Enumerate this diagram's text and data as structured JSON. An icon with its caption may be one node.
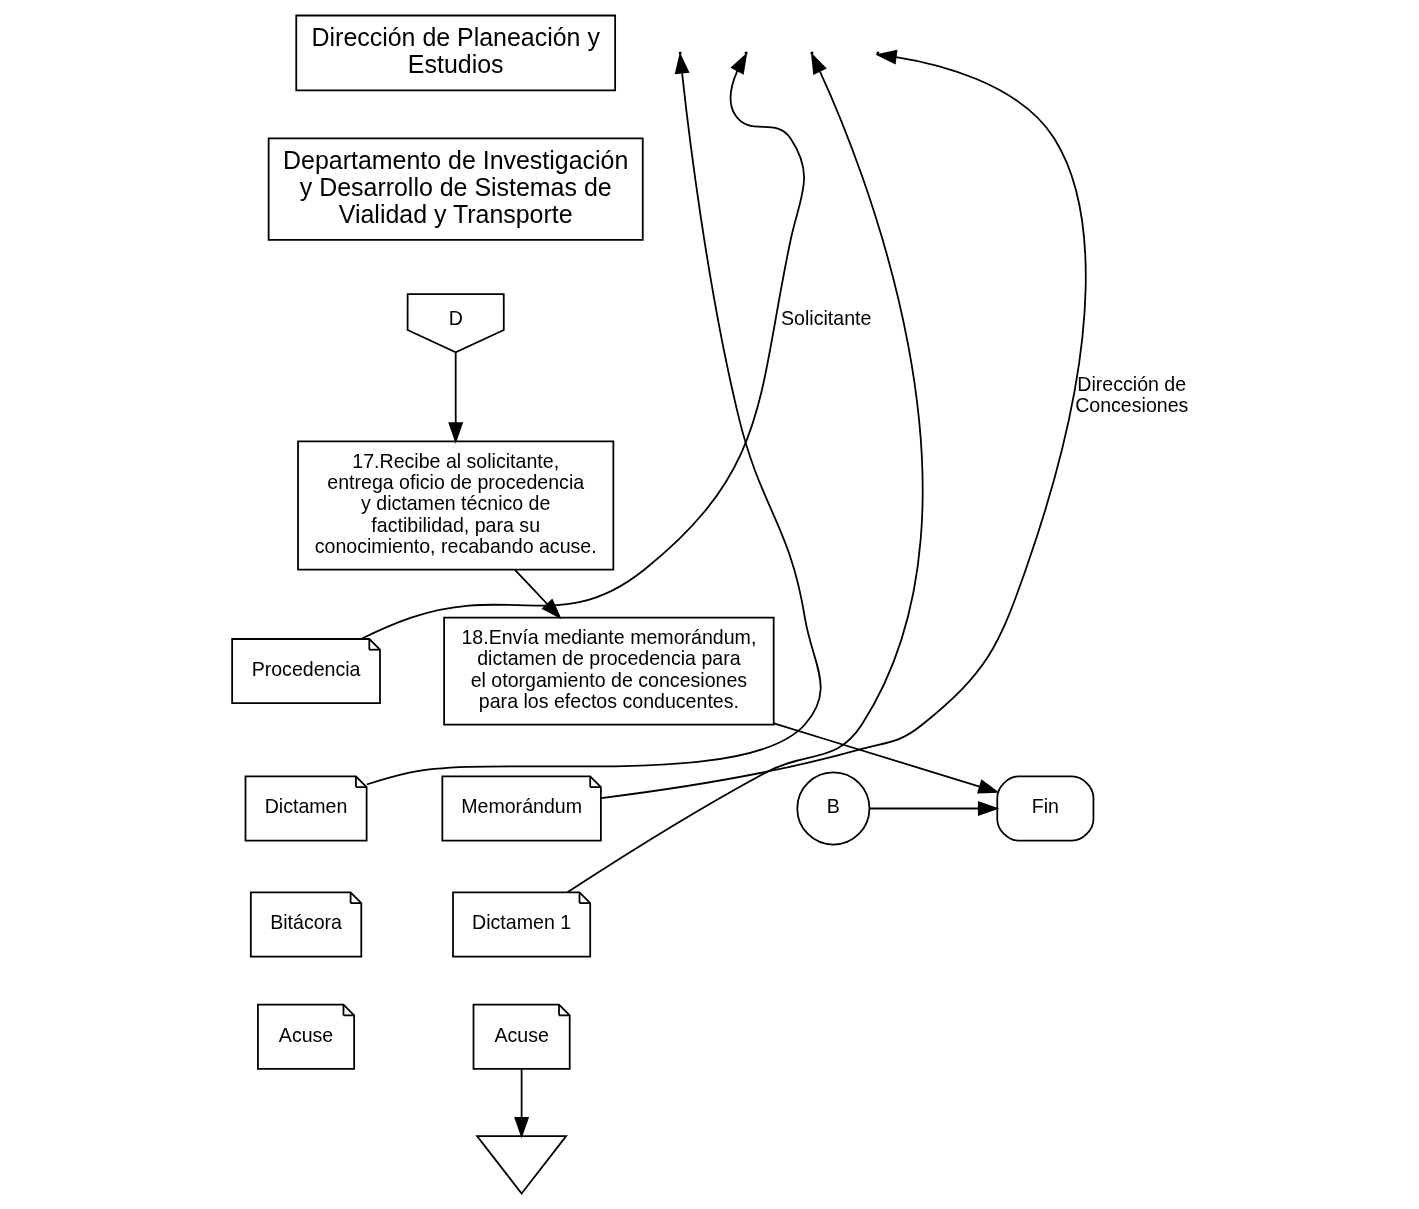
{
  "diagram": {
    "nodes": [
      {
        "text": [
          "Dirección de Planeación y Estudios"
        ]
      },
      {
        "text": [
          "Departamento de Investigación y Desarrollo de Sistemas de Vialidad y Transporte"
        ]
      },
      {
        "text": [
          "D"
        ]
      },
      {
        "text": [
          "17.Recibe al solicitante, entrega oficio de procedencia y dictamen técnico de factibilidad, para su conocimiento, recabando acuse."
        ]
      },
      {
        "text": [
          "Procedencia"
        ]
      },
      {
        "text": [
          "Dictamen"
        ]
      },
      {
        "text": [
          "Bitácora"
        ]
      },
      {
        "text": [
          "Acuse"
        ]
      },
      {
        "text": [
          "18.Envía mediante memorándum, dictamen de procedencia para el otorgamiento de concesiones para los efectos conducentes."
        ]
      },
      {
        "text": [
          "Memorándum"
        ]
      },
      {
        "text": [
          "Dictamen 1"
        ]
      },
      {
        "text": [
          "Acuse"
        ]
      },
      {
        "text": [
          "B"
        ]
      },
      {
        "text": [],
        "shape": "triangle"
      },
      {
        "text": [
          "Fin"
        ]
      }
    ],
    "edges": [
      {
        "from": 2,
        "to": 3,
        "arrow": "to"
      },
      {
        "from": 4,
        "to": null,
        "arrow": "to",
        "label": "Solicitante"
      },
      {
        "from": 5,
        "to": null,
        "arrow": "to"
      },
      {
        "from": 3,
        "to": 8,
        "arrow": "to"
      },
      {
        "from": 9,
        "to": null,
        "arrow": "to",
        "label": "Dirección de Concesiones"
      },
      {
        "from": 10,
        "to": null,
        "arrow": "to"
      },
      {
        "from": 12,
        "to": 14,
        "arrow": "to"
      },
      {
        "from": 11,
        "to": 13,
        "arrow": "to"
      },
      {
        "from": 8,
        "to": 14,
        "arrow": "to"
      }
    ]
  }
}
